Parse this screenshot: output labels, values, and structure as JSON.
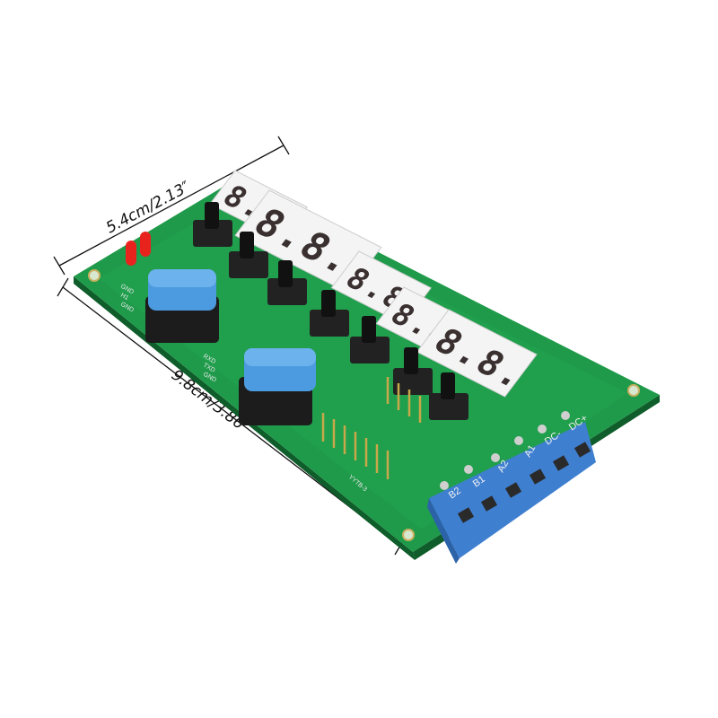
{
  "dimensions": {
    "width_label": "5.4cm/2.13″",
    "length_label": "9.8cm/3.86″"
  },
  "board": {
    "model_label": "YYTB-3",
    "serial_header_labels": [
      "RXD",
      "TXD",
      "GND"
    ],
    "top_header_labels": [
      "GND",
      "H1",
      "GND"
    ],
    "terminal_labels": [
      "B2",
      "B1",
      "A2",
      "A1",
      "DC-",
      "DC+"
    ],
    "display_digits": "8.8.",
    "colors": {
      "pcb": "#1f9a4a",
      "pcb_dark": "#157a38",
      "terminal_block": "#3f7fd0",
      "button_cap": "#4c9be0",
      "led": "#e8231e",
      "display_body": "#f4f4f4"
    }
  }
}
